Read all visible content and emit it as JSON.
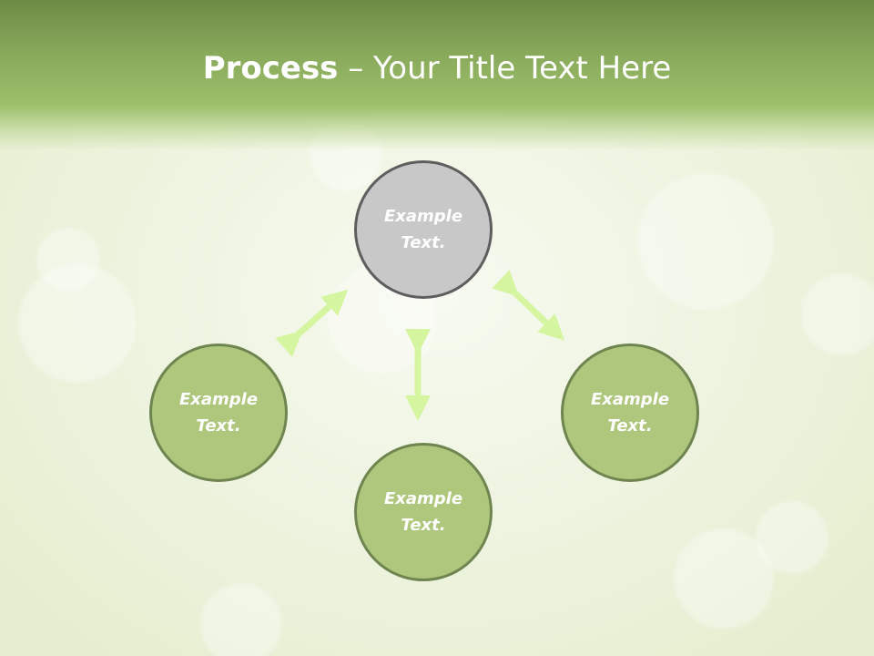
{
  "title": {
    "bold": "Process",
    "rest": " – Your Title Text Here"
  },
  "nodes": {
    "center": "Example Text.",
    "left": "Example Text.",
    "bottom": "Example Text.",
    "right": "Example Text."
  },
  "colors": {
    "header": "#88a95a",
    "node_fill": "#aec77d",
    "node_border": "#6f8550",
    "center_fill": "#c8c8c8",
    "center_border": "#5e5e5e",
    "arrow": "#d5f5a0"
  }
}
